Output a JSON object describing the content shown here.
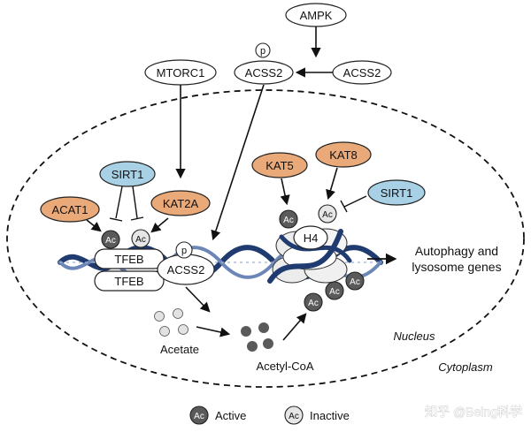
{
  "nodes": {
    "ampk": "AMPK",
    "mtorc1": "MTORC1",
    "acss2_p": "ACSS2",
    "acss2": "ACSS2",
    "p_mark": "p",
    "sirt1_left": "SIRT1",
    "acat1": "ACAT1",
    "kat2a": "KAT2A",
    "kat5": "KAT5",
    "kat8": "KAT8",
    "sirt1_right": "SIRT1",
    "ac": "Ac",
    "tfeb": "TFEB",
    "acss2_nuc": "ACSS2",
    "h4": "H4"
  },
  "labels": {
    "autophagy_line1": "Autophagy and",
    "autophagy_line2": "lysosome genes",
    "acetate": "Acetate",
    "acetyl_coa": "Acetyl-CoA",
    "nucleus": "Nucleus",
    "cytoplasm": "Cytoplasm"
  },
  "legend": {
    "active": "Active",
    "inactive": "Inactive",
    "ac": "Ac"
  },
  "watermark": "知乎 @Being科学",
  "colors": {
    "blue_node": "#a9d1e6",
    "orange_node": "#eaa978",
    "active_ac": "#5a5a5a",
    "inactive_ac": "#e6e6e6",
    "dna": "#1f3b70"
  }
}
